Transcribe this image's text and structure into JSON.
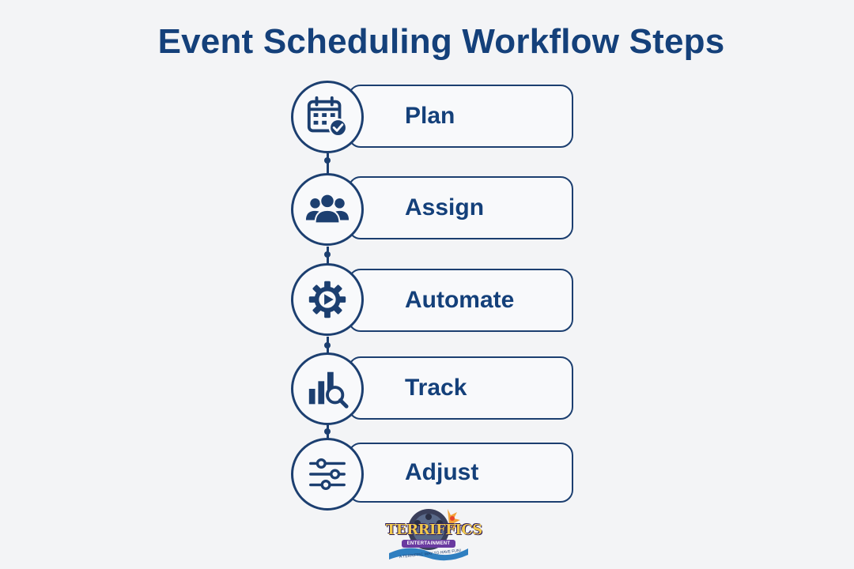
{
  "title": "Event Scheduling Workflow Steps",
  "steps": [
    {
      "label": "Plan",
      "icon": "calendar-check-icon"
    },
    {
      "label": "Assign",
      "icon": "users-group-icon"
    },
    {
      "label": "Automate",
      "icon": "gear-play-icon"
    },
    {
      "label": "Track",
      "icon": "bar-chart-search-icon"
    },
    {
      "label": "Adjust",
      "icon": "sliders-icon"
    }
  ],
  "logo": {
    "name": "TERRIFFICS",
    "subtitle": "ENTERTAINMENT",
    "tagline": "A TERRIFFIC WAY TO HAVE FUN!"
  },
  "colors": {
    "primary": "#14407a",
    "outline": "#1c3f70",
    "background": "#f3f4f6"
  }
}
